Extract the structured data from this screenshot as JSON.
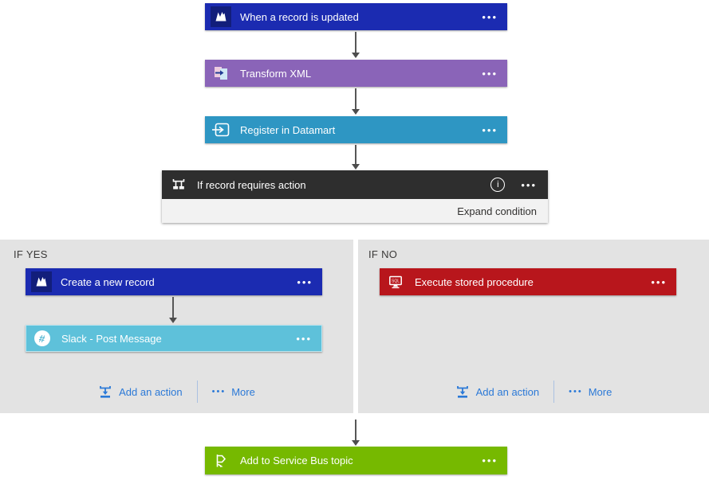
{
  "icons": {
    "menu_ellipsis": "•••",
    "more_ellipsis": "•••",
    "info": "i",
    "slack_hash": "#"
  },
  "colors": {
    "dynamics_blue": "#1b2bb1",
    "transform_purple": "#8a64b8",
    "datamart_teal": "#2e96c3",
    "condition_header_dark": "#2e2e2e",
    "condition_footer_gray": "#f2f2f2",
    "branch_panel_gray": "#e3e3e3",
    "slack_cyan": "#5ec1da",
    "sql_red": "#b8161c",
    "service_bus_green": "#76b900",
    "link_blue": "#2b79d7",
    "arrow_gray": "#575757"
  },
  "trigger_card": {
    "label": "When a record is updated"
  },
  "transform_card": {
    "label": "Transform XML"
  },
  "register_card": {
    "label": "Register in Datamart"
  },
  "condition_card": {
    "label": "If record requires action",
    "expand_label": "Expand condition"
  },
  "yes_branch": {
    "title": "IF YES",
    "create_card": {
      "label": "Create a new record"
    },
    "slack_card": {
      "label": "Slack - Post Message"
    },
    "add_action_label": "Add an action",
    "more_label": "More"
  },
  "no_branch": {
    "title": "IF NO",
    "sql_card": {
      "label": "Execute stored procedure"
    },
    "add_action_label": "Add an action",
    "more_label": "More"
  },
  "service_bus_card": {
    "label": "Add to Service Bus topic"
  }
}
